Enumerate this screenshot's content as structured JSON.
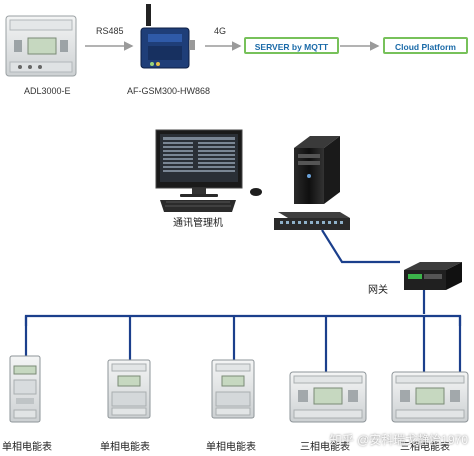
{
  "top": {
    "meter_label": "ADL3000-E",
    "gateway_label": "AF-GSM300-HW868",
    "link1_label": "RS485",
    "link2_label": "4G",
    "server_box": "SERVER by MQTT",
    "cloud_box": "Cloud Platform"
  },
  "middle": {
    "computer_label": "通讯管理机",
    "gateway_label": "网关"
  },
  "meters": [
    {
      "label": "单相电能表"
    },
    {
      "label": "单相电能表"
    },
    {
      "label": "单相电能表"
    },
    {
      "label": "三相电能表"
    },
    {
      "label": "三相电能表"
    }
  ],
  "watermark": "知乎 @安科瑞戈静怡1970",
  "colors": {
    "line": "#1b3f8c",
    "box_border": "#77c15a",
    "box_text": "#1a6aa8",
    "arrow": "#9a9a9a"
  }
}
